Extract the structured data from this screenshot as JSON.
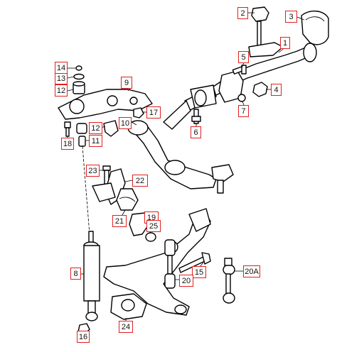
{
  "diagram": {
    "callouts": [
      {
        "id": "c1",
        "label": "1"
      },
      {
        "id": "c2",
        "label": "2"
      },
      {
        "id": "c3",
        "label": "3"
      },
      {
        "id": "c4",
        "label": "4"
      },
      {
        "id": "c5",
        "label": "5"
      },
      {
        "id": "c6",
        "label": "6"
      },
      {
        "id": "c7",
        "label": "7"
      },
      {
        "id": "c8",
        "label": "8"
      },
      {
        "id": "c9",
        "label": "9"
      },
      {
        "id": "c10",
        "label": "10"
      },
      {
        "id": "c11",
        "label": "11"
      },
      {
        "id": "c12a",
        "label": "12"
      },
      {
        "id": "c12b",
        "label": "12"
      },
      {
        "id": "c13",
        "label": "13"
      },
      {
        "id": "c14",
        "label": "14"
      },
      {
        "id": "c15",
        "label": "15"
      },
      {
        "id": "c16",
        "label": "16"
      },
      {
        "id": "c17",
        "label": "17"
      },
      {
        "id": "c18",
        "label": "18"
      },
      {
        "id": "c19",
        "label": "19"
      },
      {
        "id": "c20",
        "label": "20"
      },
      {
        "id": "c20a",
        "label": "20A"
      },
      {
        "id": "c21",
        "label": "21"
      },
      {
        "id": "c22",
        "label": "22"
      },
      {
        "id": "c23",
        "label": "23"
      },
      {
        "id": "c24",
        "label": "24"
      },
      {
        "id": "c25",
        "label": "25"
      }
    ],
    "colors": {
      "callout_border": "#e02020",
      "line": "#000000",
      "background": "#ffffff"
    }
  }
}
